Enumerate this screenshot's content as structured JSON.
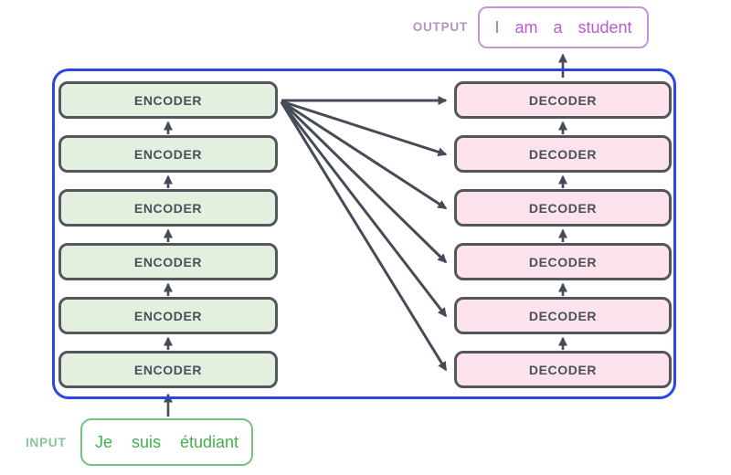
{
  "diagram": {
    "input": {
      "label": "INPUT",
      "phrase": "Je suis étudiant"
    },
    "output": {
      "label": "OUTPUT",
      "phrase": "I am a student"
    },
    "encoder_stack": {
      "layers": [
        {
          "label": "ENCODER"
        },
        {
          "label": "ENCODER"
        },
        {
          "label": "ENCODER"
        },
        {
          "label": "ENCODER"
        },
        {
          "label": "ENCODER"
        },
        {
          "label": "ENCODER"
        }
      ]
    },
    "decoder_stack": {
      "layers": [
        {
          "label": "DECODER"
        },
        {
          "label": "DECODER"
        },
        {
          "label": "DECODER"
        },
        {
          "label": "DECODER"
        },
        {
          "label": "DECODER"
        },
        {
          "label": "DECODER"
        }
      ]
    }
  },
  "colors": {
    "background": "#ffffff",
    "container_border": "#2b46e3",
    "box_border": "#53575c",
    "box_label": "#4a5056",
    "arrow": "#454c57",
    "encoder_fill": "#e3f0e0",
    "decoder_fill": "#fbe2ed",
    "input_border": "#72c47d",
    "input_text": "#41b04f",
    "input_label": "#8cc298",
    "output_border": "#cb92dc",
    "output_text": "#b55ecd",
    "output_label": "#b192c8"
  }
}
